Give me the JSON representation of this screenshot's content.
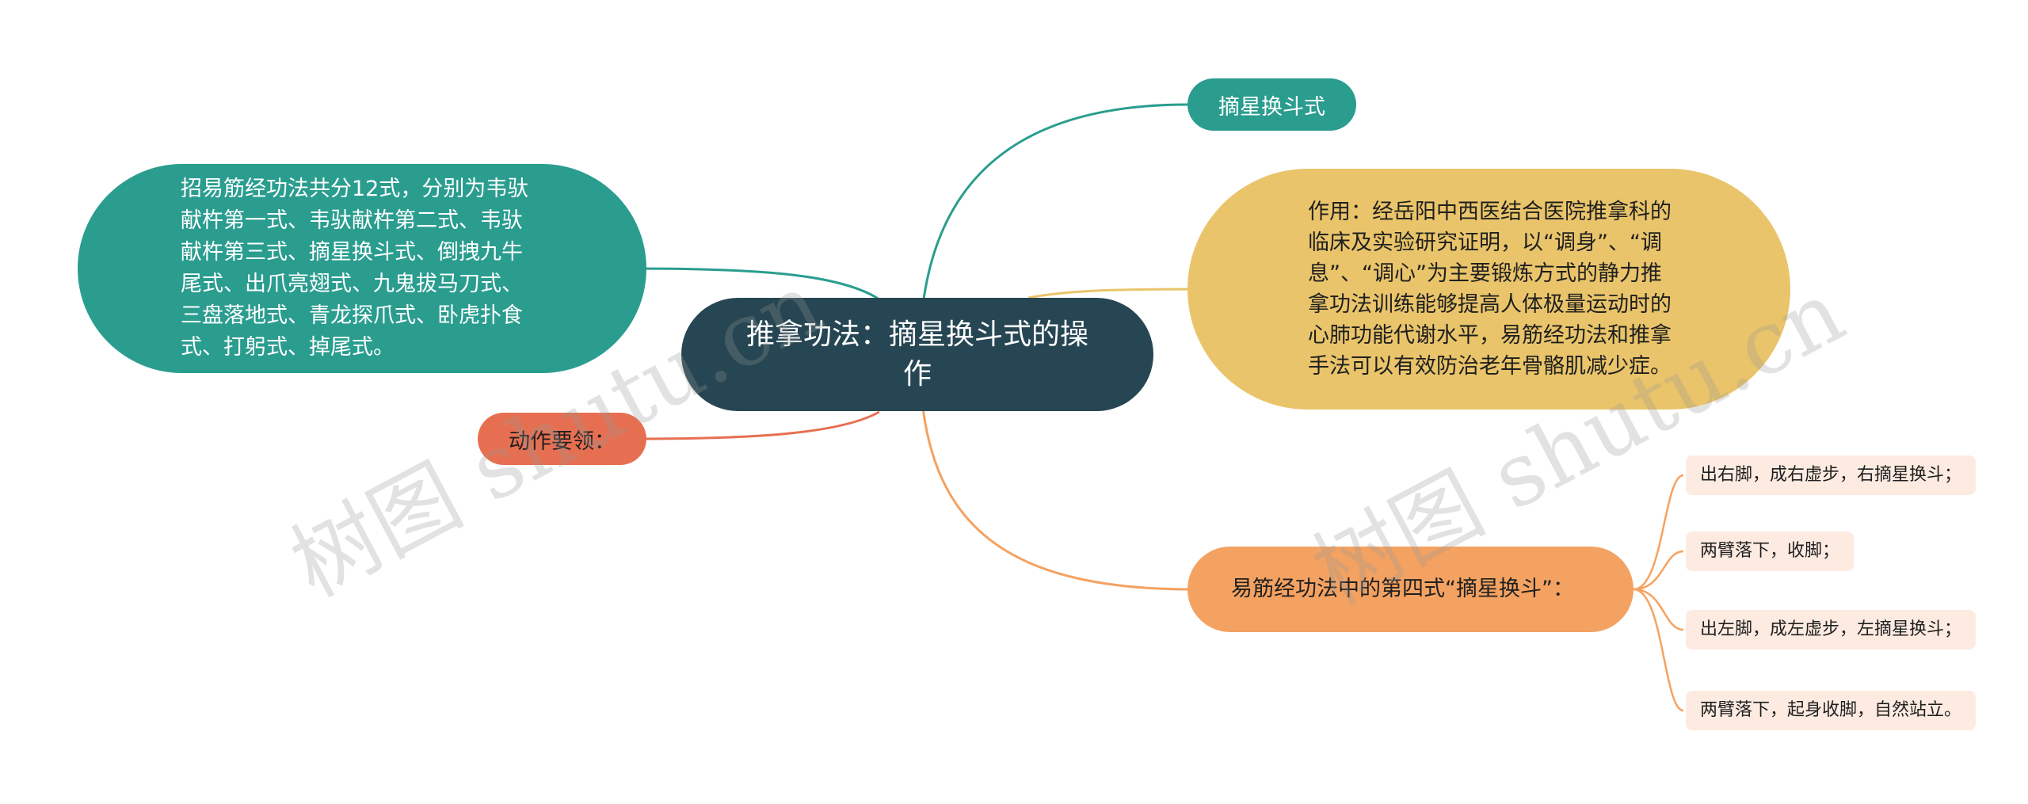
{
  "root": {
    "text": "推拿功法：摘星换斗式的操作"
  },
  "branches": {
    "title_node": {
      "text": "摘星换斗式"
    },
    "summary_node": {
      "text": "招易筋经功法共分12式，分别为韦驮献杵第一式、韦驮献杵第二式、韦驮献杵第三式、摘星换斗式、倒拽九牛尾式、出爪亮翅式、九鬼拔马刀式、三盘落地式、青龙探爪式、卧虎扑食式、打躬式、掉尾式。"
    },
    "action_node": {
      "text": "动作要领："
    },
    "effect_node": {
      "text": "作用：经岳阳中西医结合医院推拿科的临床及实验研究证明，以“调身”、“调息”、“调心”为主要锻炼方式的静力推拿功法训练能够提高人体极量运动时的心肺功能代谢水平，易筋经功法和推拿手法可以有效防治老年骨骼肌减少症。"
    },
    "fourth_form_node": {
      "text": "易筋经功法中的第四式“摘星换斗”："
    }
  },
  "steps": [
    {
      "text": "出右脚，成右虚步，右摘星换斗；"
    },
    {
      "text": "两臂落下，收脚；"
    },
    {
      "text": "出左脚，成左虚步，左摘星换斗；"
    },
    {
      "text": "两臂落下，起身收脚，自然站立。"
    }
  ],
  "watermarks": [
    "树图 shutu.cn",
    "树图 shutu.cn"
  ],
  "colors": {
    "root": "#264653",
    "green": "#2a9d8f",
    "red": "#e76f51",
    "yellow": "#e9c46a",
    "orange": "#f4a261",
    "leaf": "#fdebe1"
  }
}
